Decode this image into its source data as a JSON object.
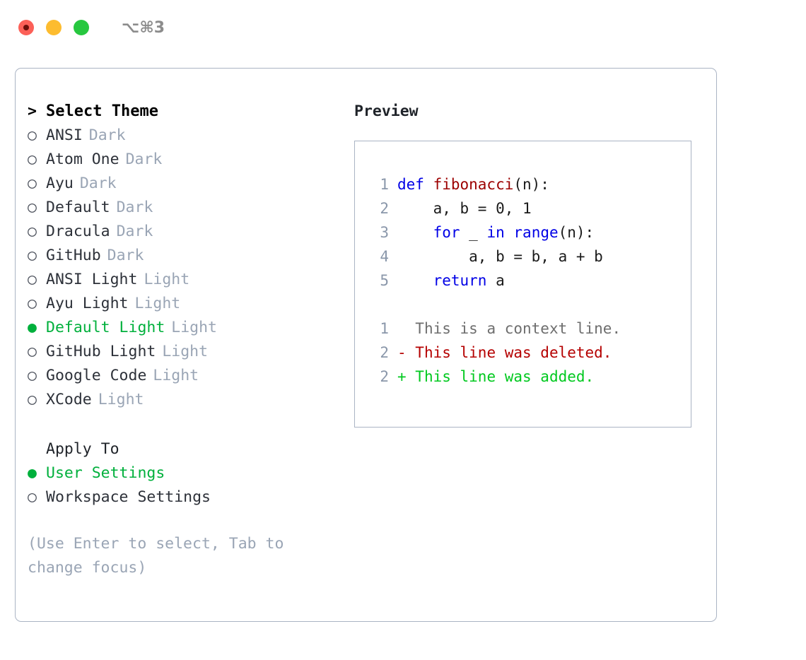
{
  "titlebar": {
    "shortcut": "⌥⌘3",
    "buttons": [
      {
        "name": "close",
        "color": "#fc6058"
      },
      {
        "name": "minimize",
        "color": "#fdbc2f"
      },
      {
        "name": "maximize",
        "color": "#27c73f"
      }
    ]
  },
  "theme_list": {
    "header_caret": ">",
    "header": "Select Theme",
    "items": [
      {
        "bullet": "○",
        "label": "ANSI",
        "tag": "Dark",
        "selected": false
      },
      {
        "bullet": "○",
        "label": "Atom One",
        "tag": "Dark",
        "selected": false
      },
      {
        "bullet": "○",
        "label": "Ayu",
        "tag": "Dark",
        "selected": false
      },
      {
        "bullet": "○",
        "label": "Default",
        "tag": "Dark",
        "selected": false
      },
      {
        "bullet": "○",
        "label": "Dracula",
        "tag": "Dark",
        "selected": false
      },
      {
        "bullet": "○",
        "label": "GitHub",
        "tag": "Dark",
        "selected": false
      },
      {
        "bullet": "○",
        "label": "ANSI Light",
        "tag": "Light",
        "selected": false
      },
      {
        "bullet": "○",
        "label": "Ayu Light",
        "tag": "Light",
        "selected": false
      },
      {
        "bullet": "●",
        "label": "Default Light",
        "tag": "Light",
        "selected": true
      },
      {
        "bullet": "○",
        "label": "GitHub Light",
        "tag": "Light",
        "selected": false
      },
      {
        "bullet": "○",
        "label": "Google Code",
        "tag": "Light",
        "selected": false
      },
      {
        "bullet": "○",
        "label": "XCode",
        "tag": "Light",
        "selected": false
      }
    ]
  },
  "apply_to": {
    "header": "Apply To",
    "items": [
      {
        "bullet": "●",
        "label": "User Settings",
        "selected": true
      },
      {
        "bullet": "○",
        "label": "Workspace Settings",
        "selected": false
      }
    ]
  },
  "hint": "(Use Enter to select, Tab to change focus)",
  "preview": {
    "title": "Preview",
    "code_lines": [
      {
        "no": "1",
        "tokens": [
          {
            "t": "def ",
            "c": "kw"
          },
          {
            "t": "fibonacci",
            "c": "fn"
          },
          {
            "t": "(n):",
            "c": "plain"
          }
        ]
      },
      {
        "no": "2",
        "tokens": [
          {
            "t": "    a, b = 0, 1",
            "c": "plain"
          }
        ]
      },
      {
        "no": "3",
        "tokens": [
          {
            "t": "    ",
            "c": "plain"
          },
          {
            "t": "for",
            "c": "kw"
          },
          {
            "t": " _ ",
            "c": "plain"
          },
          {
            "t": "in",
            "c": "kw"
          },
          {
            "t": " ",
            "c": "plain"
          },
          {
            "t": "range",
            "c": "kw"
          },
          {
            "t": "(n):",
            "c": "plain"
          }
        ]
      },
      {
        "no": "4",
        "tokens": [
          {
            "t": "        a, b = b, a + b",
            "c": "plain"
          }
        ]
      },
      {
        "no": "5",
        "tokens": [
          {
            "t": "    ",
            "c": "plain"
          },
          {
            "t": "return",
            "c": "kw"
          },
          {
            "t": " a",
            "c": "plain"
          }
        ]
      }
    ],
    "diff_lines": [
      {
        "no": "1",
        "marker": " ",
        "text": "This is a context line.",
        "kind": "context"
      },
      {
        "no": "2",
        "marker": "-",
        "text": "This line was deleted.",
        "kind": "del"
      },
      {
        "no": "2",
        "marker": "+",
        "text": "This line was added.",
        "kind": "add"
      }
    ]
  },
  "colors": {
    "accent_green": "#00b03c",
    "tag_gray": "#9aa5b5",
    "border": "#aab4c4",
    "keyword_blue": "#0000e6",
    "function_red": "#9c0000",
    "diff_delete": "#b50000",
    "diff_add": "#00c91f",
    "lineno": "#8a97aa"
  }
}
